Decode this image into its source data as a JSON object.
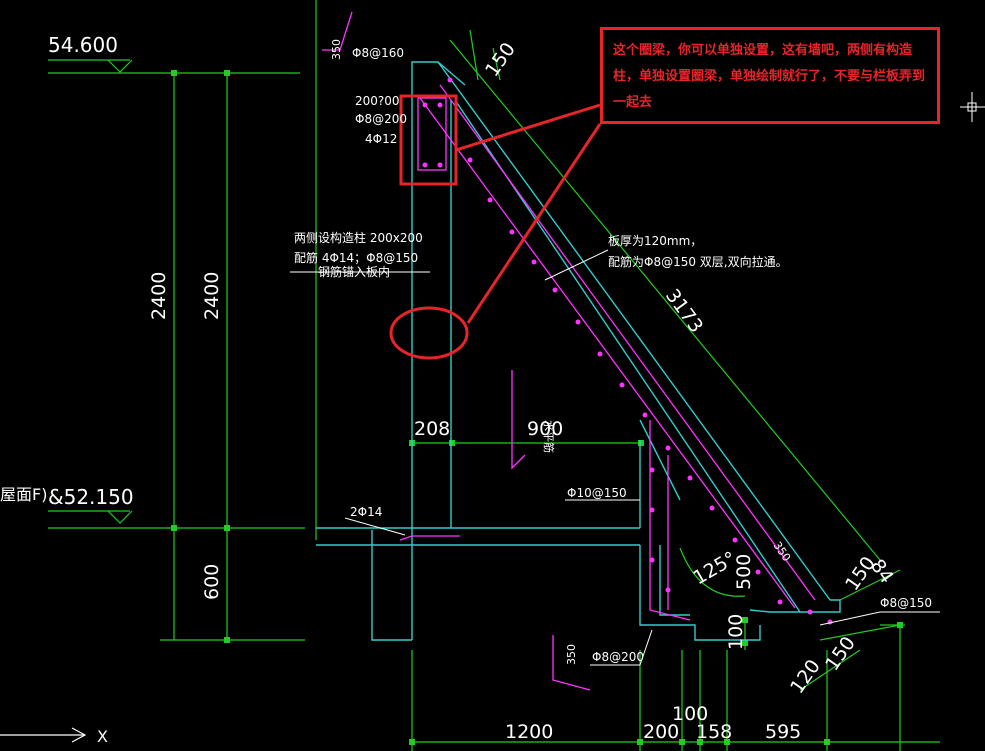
{
  "elevations": {
    "top": "54.600",
    "roof": "&52.150",
    "roof_prefix": "屋面F)"
  },
  "dimensions": {
    "left_outer": "2400",
    "left_inner": "2400",
    "left_bottom": "600",
    "top_350": "350",
    "slope_150": "150",
    "slope_length": "3173",
    "horiz_208": "208",
    "vert_900": "900",
    "angle": "125°",
    "d_500": "500",
    "d_350_right": "350",
    "d_84": "84",
    "d_150_right": "150",
    "d_100": "100",
    "d_120": "120",
    "d_150_bottom": "150",
    "d_350_bottom": "350",
    "bottom_1200": "1200",
    "bottom_200": "200",
    "bottom_100": "100",
    "bottom_158": "158",
    "bottom_595": "595"
  },
  "labels": {
    "ring_beam_size": "200?00",
    "ring_beam_stirrup": "Φ8@200",
    "ring_beam_main": "4Φ12",
    "top_stirrup": "Φ8@160",
    "column_line1": "两侧设构造柱  200x200",
    "column_line2": "配筋  4Φ14；Φ8@150",
    "column_line3": "钢筋锚入板内",
    "slab_line1": "板厚为120mm，",
    "slab_line2": "配筋为Φ8@150 双层,双向拉通。",
    "rebar_10": "Φ10@150",
    "rebar_2_14": "2Φ14",
    "rebar_8_150": "Φ8@150",
    "rebar_8_200": "Φ8@200",
    "vert_note": "水平筋"
  },
  "annotation": {
    "note": "这个圈梁，你可以单独设置，这有墙吧，两侧有构造柱，单独设置圈梁，单独绘制就行了，不要与栏板弄到一起去"
  },
  "axis": {
    "x_label": "X"
  },
  "colors": {
    "background": "#000000",
    "green": "#22cc22",
    "cyan": "#33cccc",
    "magenta": "#ff33ff",
    "red": "#e8242a",
    "white": "#ffffff"
  }
}
